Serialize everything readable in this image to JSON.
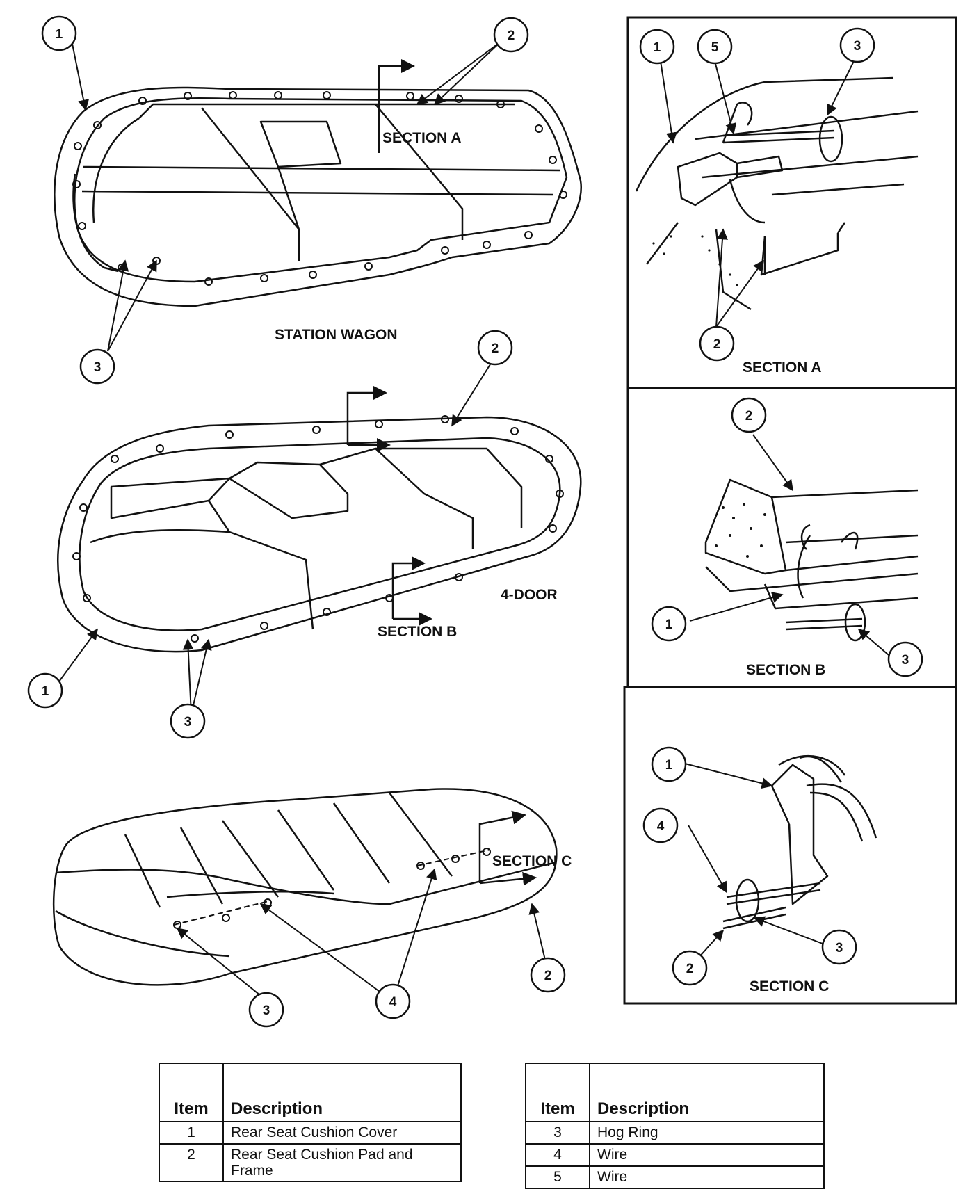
{
  "labels": {
    "station_wagon": "STATION WAGON",
    "four_door": "4-DOOR",
    "section_a": "SECTION A",
    "section_b": "SECTION B",
    "section_c": "SECTION C"
  },
  "callouts": {
    "one": "1",
    "two": "2",
    "three": "3",
    "four": "4",
    "five": "5"
  },
  "legend_left": {
    "header_item": "Item",
    "header_description": "Description",
    "rows": [
      {
        "item": "1",
        "description": "Rear Seat Cushion Cover"
      },
      {
        "item": "2",
        "description": "Rear Seat Cushion Pad and Frame"
      }
    ]
  },
  "legend_right": {
    "header_item": "Item",
    "header_description": "Description",
    "rows": [
      {
        "item": "3",
        "description": "Hog Ring"
      },
      {
        "item": "4",
        "description": "Wire"
      },
      {
        "item": "5",
        "description": "Wire"
      }
    ]
  }
}
